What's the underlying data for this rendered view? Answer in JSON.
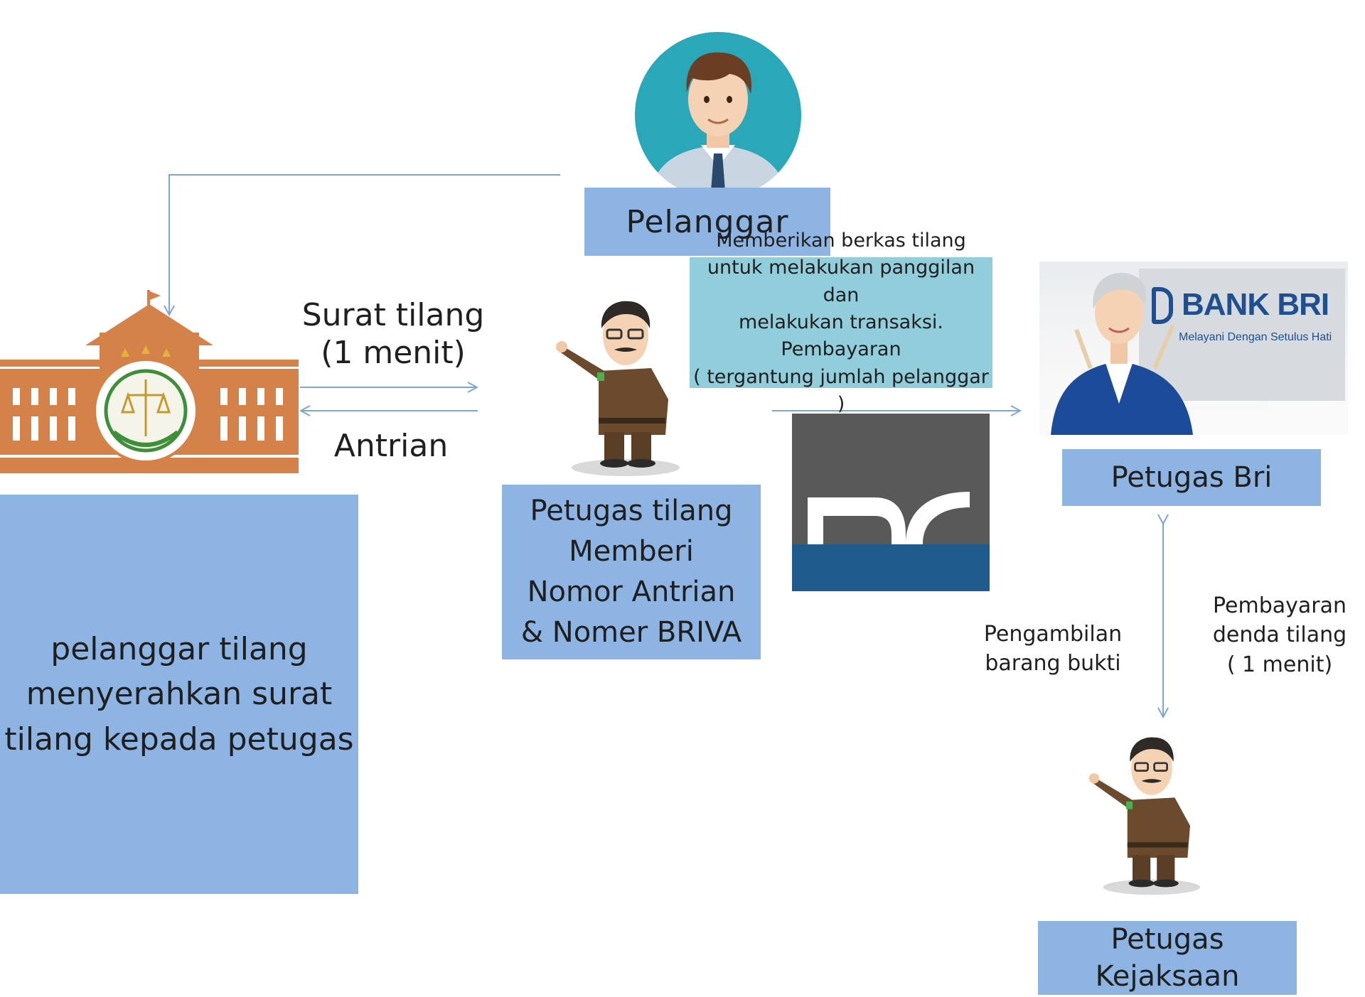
{
  "nodes": {
    "pelanggar": "Pelanggar",
    "petugas_tilang": [
      "Petugas tilang",
      "Memberi",
      "Nomor Antrian",
      "& Nomer BRIVA"
    ],
    "petugas_bri": "Petugas Bri",
    "petugas_kejaksaan": [
      "Petugas",
      "Kejaksaan"
    ],
    "pelanggar_note": [
      "pelanggar tilang",
      "menyerahkan surat",
      "tilang kepada petugas"
    ]
  },
  "callout": {
    "lines": [
      "Memberikan berkas tilang",
      "untuk melakukan panggilan dan",
      "melakukan transaksi.",
      "Pembayaran",
      "( tergantung jumlah pelanggar )"
    ]
  },
  "edge_labels": {
    "surat_tilang": [
      "Surat tilang",
      "(1 menit)"
    ],
    "antrian": "Antrian",
    "pengambilan": [
      "Pengambilan",
      "barang bukti"
    ],
    "pembayaran_denda": [
      "Pembayaran",
      "denda tilang",
      "( 1 menit)"
    ]
  },
  "bank_sign": {
    "name": "BANK BRI",
    "tagline": "Melayani Dengan Setulus Hati"
  },
  "colors": {
    "box": "#8eb4e3",
    "callout": "#92cddc",
    "arrow": "#7ea6d4",
    "building": "#d4824a",
    "logo_gray": "#595959",
    "logo_blue": "#1f5a8c"
  },
  "icons": {
    "customer": "customer-avatar-icon",
    "courthouse": "courthouse-icon",
    "officer": "prosecutor-officer-icon",
    "teller": "bank-teller-photo",
    "logo": "dc-logo-icon"
  }
}
